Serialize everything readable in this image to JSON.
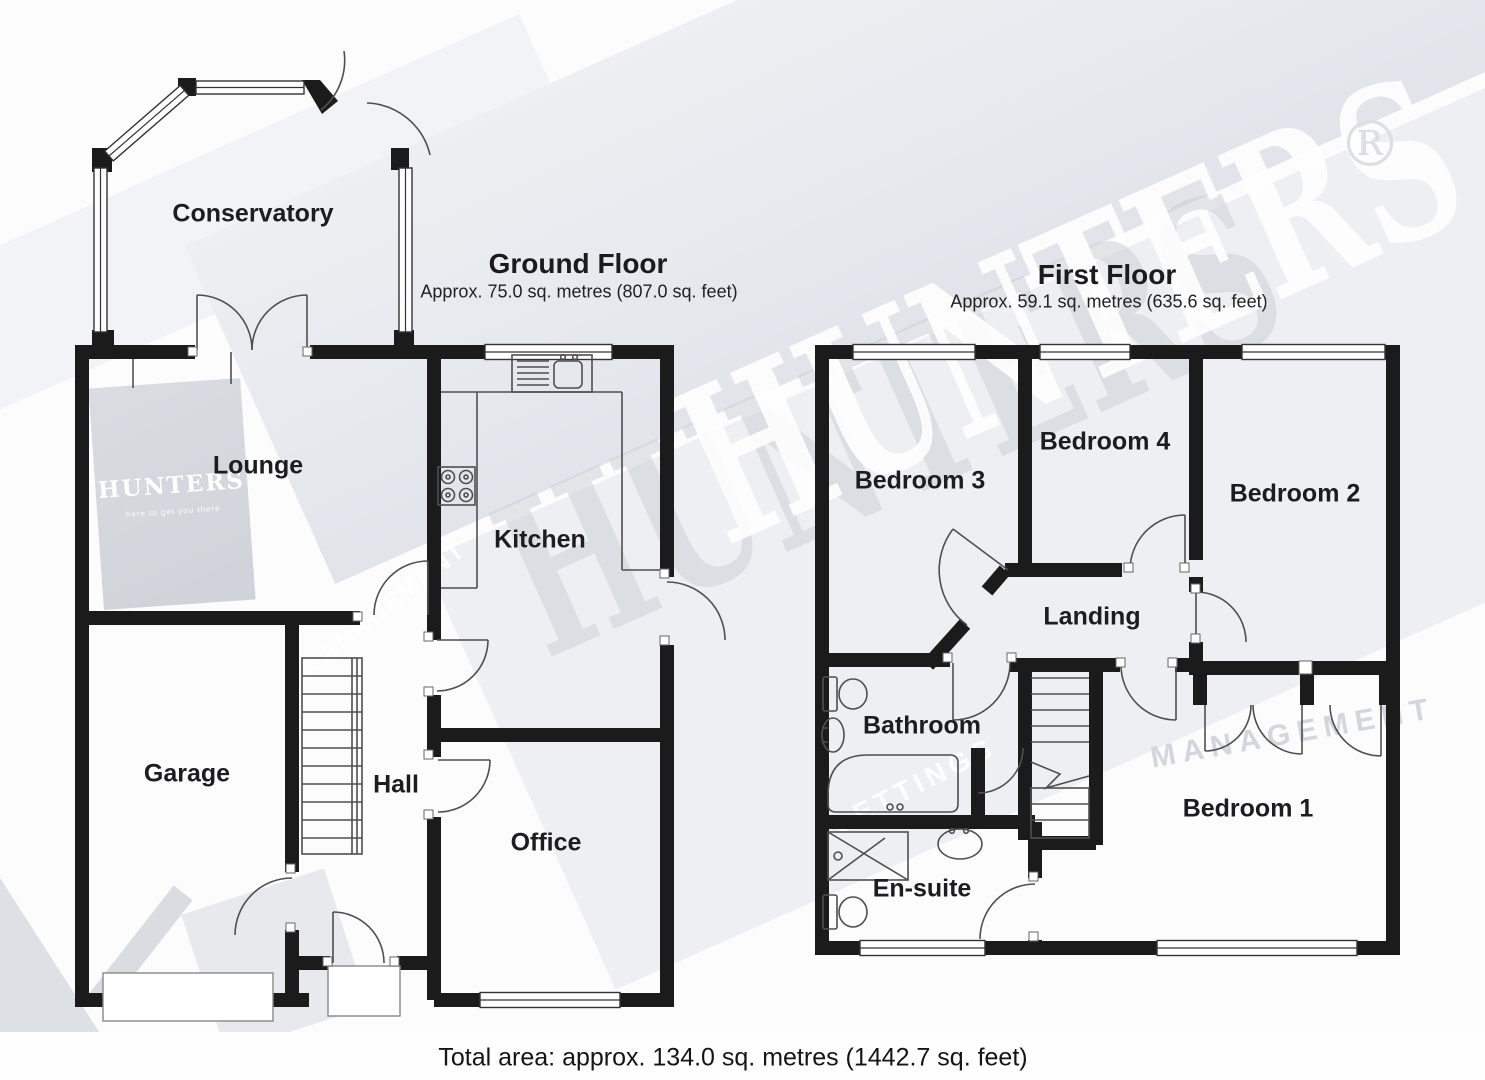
{
  "floorplan": {
    "ground": {
      "title": "Ground Floor",
      "area": "Approx. 75.0 sq. metres (807.0 sq. feet)",
      "rooms": {
        "conservatory": "Conservatory",
        "lounge": "Lounge",
        "kitchen": "Kitchen",
        "garage": "Garage",
        "hall": "Hall",
        "office": "Office"
      }
    },
    "first": {
      "title": "First Floor",
      "area": "Approx. 59.1 sq. metres (635.6 sq. feet)",
      "rooms": {
        "bedroom3": "Bedroom 3",
        "bedroom4": "Bedroom 4",
        "bedroom2": "Bedroom 2",
        "landing": "Landing",
        "bathroom": "Bathroom",
        "ensuite": "En-suite",
        "bedroom1": "Bedroom 1"
      }
    },
    "total_area": "Total area: approx. 134.0 sq. metres (1442.7 sq. feet)"
  },
  "watermark": {
    "brand": "HUNTERS",
    "registered": "®",
    "sign_text": "HUNTERS",
    "sign_tagline": "here to get you there",
    "management": "MANAGEMENT",
    "lettings": "LETTINGS"
  },
  "colors": {
    "wall": "#1b1b1b",
    "thin_line": "#4f4f4f",
    "label_text": "#1d1d1f",
    "watermark_gray": "#d9dce2",
    "background": "#fcfcfd"
  }
}
